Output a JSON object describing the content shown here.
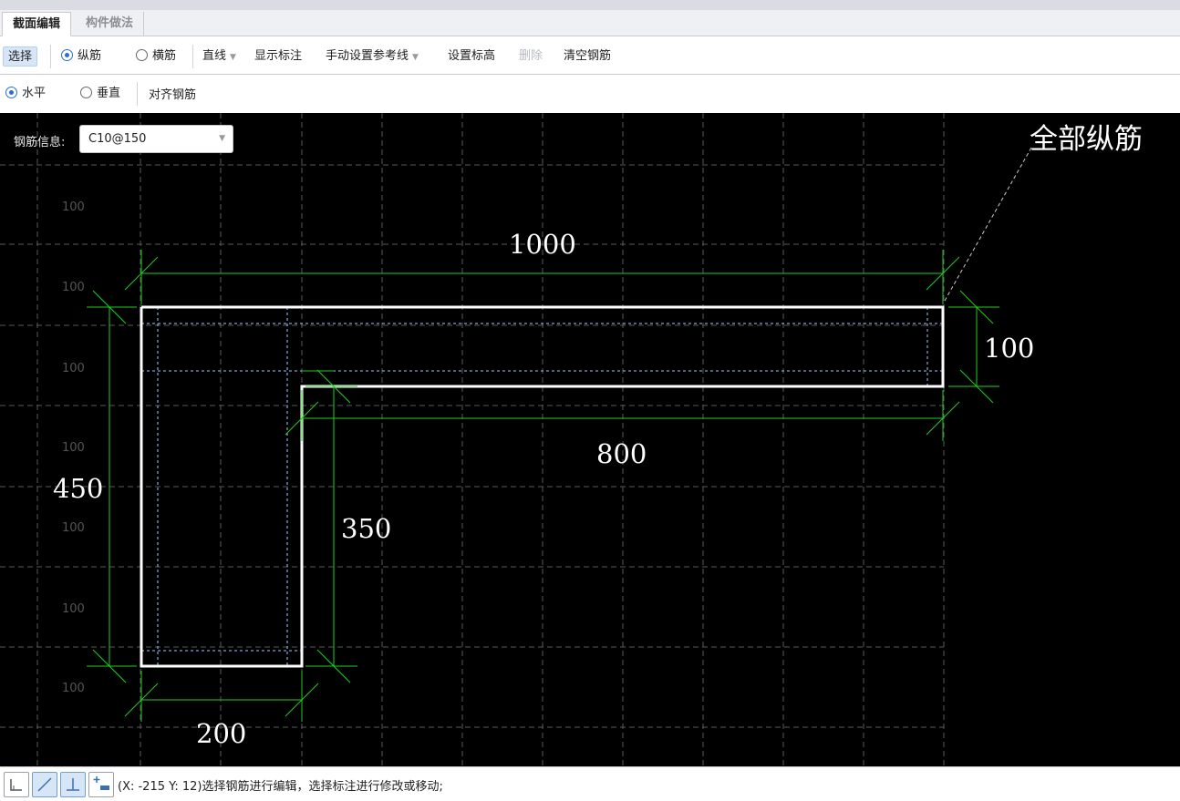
{
  "tabs": [
    {
      "label": "截面编辑",
      "active": true
    },
    {
      "label": "构件做法",
      "active": false
    }
  ],
  "toolbar1": {
    "select_label": "选择",
    "longitudinal_label": "纵筋",
    "transverse_label": "横筋",
    "line_label": "直线",
    "show_dims_label": "显示标注",
    "ref_line_label": "手动设置参考线",
    "set_elevation_label": "设置标高",
    "delete_label": "删除",
    "clear_rebar_label": "清空钢筋"
  },
  "toolbar2": {
    "horizontal_label": "水平",
    "vertical_label": "垂直",
    "align_label": "对齐钢筋"
  },
  "canvas": {
    "rebar_info_label": "钢筋信息:",
    "rebar_info_value": "C10@150",
    "all_rebar_label": "全部纵筋",
    "grid_labels": [
      "100",
      "100",
      "100",
      "100",
      "100",
      "100",
      "100"
    ],
    "dims": {
      "top": "1000",
      "right_top": "100",
      "inner": "800",
      "left": "450",
      "leg": "350",
      "bottom": "200"
    }
  },
  "status": {
    "text": "(X: -215 Y: 12)选择钢筋进行编辑，选择标注进行修改或移动;"
  },
  "colors": {
    "canvas_bg": "#000000",
    "section_outline": "#ffffff",
    "dimension": "#22cc22",
    "rebar_dashed": "#a8c8ff",
    "grid": "#5a5a5a",
    "accent": "#2a6fcf"
  }
}
